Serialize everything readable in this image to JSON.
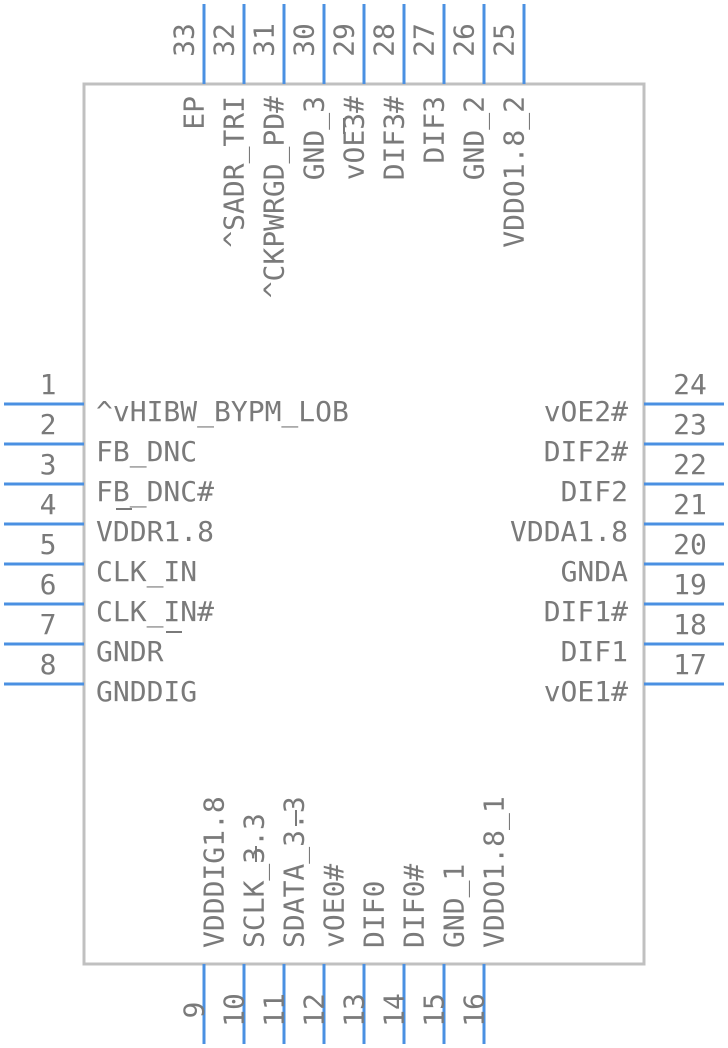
{
  "colors": {
    "pin": "#4a90e2",
    "body_outline": "#c0c0c0",
    "text": "#7a7a7a"
  },
  "pins": {
    "left": [
      {
        "number": "1",
        "label": "^vHIBW_BYPM_LOB"
      },
      {
        "number": "2",
        "label": "FB_DNC"
      },
      {
        "number": "3",
        "label": "FB_DNC#"
      },
      {
        "number": "4",
        "label": "VDDR1.8"
      },
      {
        "number": "5",
        "label": "CLK_IN"
      },
      {
        "number": "6",
        "label": "CLK_IN#"
      },
      {
        "number": "7",
        "label": "GNDR"
      },
      {
        "number": "8",
        "label": "GNDDIG"
      }
    ],
    "bottom": [
      {
        "number": "9",
        "label": "VDDDIG1.8"
      },
      {
        "number": "10",
        "label": "SCLK_3.3"
      },
      {
        "number": "11",
        "label": "SDATA_3.3"
      },
      {
        "number": "12",
        "label": "vOE0#"
      },
      {
        "number": "13",
        "label": "DIF0"
      },
      {
        "number": "14",
        "label": "DIF0#"
      },
      {
        "number": "15",
        "label": "GND_1"
      },
      {
        "number": "16",
        "label": "VDDO1.8_1"
      }
    ],
    "right": [
      {
        "number": "17",
        "label": "vOE1#"
      },
      {
        "number": "18",
        "label": "DIF1"
      },
      {
        "number": "19",
        "label": "DIF1#"
      },
      {
        "number": "20",
        "label": "GNDA"
      },
      {
        "number": "21",
        "label": "VDDA1.8"
      },
      {
        "number": "22",
        "label": "DIF2"
      },
      {
        "number": "23",
        "label": "DIF2#"
      },
      {
        "number": "24",
        "label": "vOE2#"
      }
    ],
    "top": [
      {
        "number": "25",
        "label": "VDDO1.8_2"
      },
      {
        "number": "26",
        "label": "GND_2"
      },
      {
        "number": "27",
        "label": "DIF3"
      },
      {
        "number": "28",
        "label": "DIF3#"
      },
      {
        "number": "29",
        "label": "vOE3#"
      },
      {
        "number": "30",
        "label": "GND_3"
      },
      {
        "number": "31",
        "label": "^CKPWRGD_PD#"
      },
      {
        "number": "32",
        "label": "^SADR_TRI"
      },
      {
        "number": "33",
        "label": "EP"
      }
    ]
  }
}
